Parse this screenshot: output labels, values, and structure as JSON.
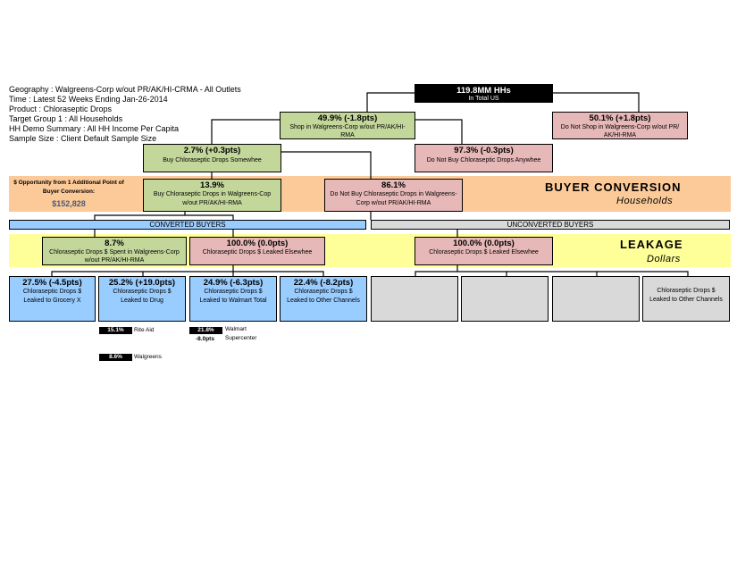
{
  "info": [
    "Geography : Walgreens-Corp w/out PR/AK/HI-CRMA - All Outlets",
    "Time : Latest 52 Weeks Ending Jan-26-2014",
    "Product : Chloraseptic Drops",
    "Target Group 1 : All Households",
    "HH Demo Summary : All HH Income Per Capita",
    "Sample Size : Client Default Sample Size"
  ],
  "top": {
    "value": "119.8MM HHs",
    "desc": "In Total US"
  },
  "shop": {
    "value": "49.9% (-1.8pts)",
    "desc": "Shop in Walgreens-Corp w/out PR/AK/HI-RMA"
  },
  "noshop": {
    "value": "50.1% (+1.8pts)",
    "desc": "Do Not Shop in Walgreens-Corp w/out PR/ AK/HI-RMA"
  },
  "buy": {
    "value": "2.7% (+0.3pts)",
    "desc": "Buy Chloraseptic Drops Somewhee"
  },
  "nobuy": {
    "value": "97.3% (-0.3pts)",
    "desc": "Do Not Buy Chloraseptic Drops Anywhee"
  },
  "buyw": {
    "value": "13.9%",
    "desc": "Buy Chloraseptic Drops in Walgreens-Cop w/out PR/AK/HI-RMA"
  },
  "nobuyw": {
    "value": "86.1%",
    "desc": "Do Not Buy Chloraseptic Drops in Walgreens-Corp w/out PR/AK/HI-RMA"
  },
  "opportunity": {
    "label": "$ Opportunity from 1 Additional Point of Buyer Conversion:",
    "value": "$152,828"
  },
  "buyer_conversion": {
    "title": "BUYER CONVERSION",
    "subtitle": "Households"
  },
  "leakage": {
    "title": "LEAKAGE",
    "subtitle": "Dollars"
  },
  "converted_label": "CONVERTED BUYERS",
  "unconverted_label": "UNCONVERTED BUYERS",
  "spent": {
    "value": "8.7%",
    "desc": "Chloraseptic Drops $ Spent in Walgreens-Corp w/out PR/AK/HI-RMA"
  },
  "leaked": {
    "value": "100.0% (0.0pts)",
    "desc": "Chloraseptic Drops $ Leaked Elsewhee"
  },
  "uleaked": {
    "value": "100.0% (0.0pts)",
    "desc": "Chloraseptic Drops $ Leaked Elsewhee"
  },
  "channels": [
    {
      "value": "27.5% (-4.5pts)",
      "desc": "Chloraseptic Drops $ Leaked to Grocery X"
    },
    {
      "value": "25.2% (+19.0pts)",
      "desc": "Chloraseptic Drops $ Leaked to Drug"
    },
    {
      "value": "24.9% (-6.3pts)",
      "desc": "Chloraseptic Drops $ Leaked to Walmart Total"
    },
    {
      "value": "22.4% (-8.2pts)",
      "desc": "Chloraseptic Drops $ Leaked to Other Channels"
    }
  ],
  "uchannel_last": {
    "desc": "Chloraseptic Drops $ Leaked to Other Channels"
  },
  "details": {
    "rite_aid": {
      "value": "15.1%",
      "label": "Rite Aid"
    },
    "walgreens": {
      "value": "8.6%",
      "label": "Walgreens"
    },
    "walmart_sc": {
      "value": "21.8%",
      "change": "-8.0pts",
      "label": "Walmart Supercenter"
    }
  },
  "colors": {
    "green": "#c4d79b",
    "pink": "#e6b8b7",
    "blue": "#99ccff",
    "grey": "#d9d9d9",
    "orange": "#fcca98",
    "yellow": "#ffff99"
  }
}
